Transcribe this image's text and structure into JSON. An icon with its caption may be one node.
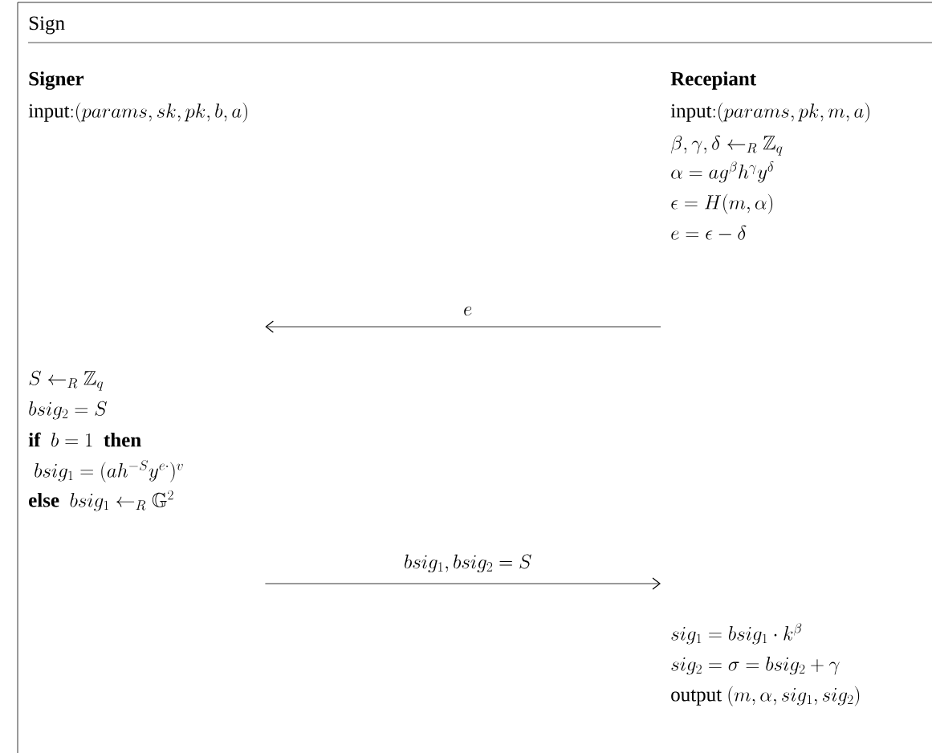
{
  "diagram": {
    "title": "Sign",
    "nodes": [
      {
        "text": [
          "Signer",
          "\\mathrm{input}{:}(params, sk, pk, b, a)",
          "S \\leftarrow_R \\mathbb{Z}_q",
          "bsig_2 = S",
          "\\textbf{if}\\ \\ b = 1\\ \\ \\textbf{then}",
          "\\;bsig_1 = (a h^{-S} y^{e\\cdot})^{v}",
          "\\textbf{else}\\ \\ bsig_1 \\leftarrow_R \\mathbb{G}^2"
        ]
      },
      {
        "text": [
          "Recepiant",
          "\\mathrm{input}{:}(params, pk, m, a)",
          "\\beta, \\gamma, \\delta \\leftarrow_R \\mathbb{Z}_q",
          "\\alpha = a g^{\\beta} h^{\\gamma} y^{\\delta}",
          "\\epsilon = H(m, \\alpha)",
          "e = \\epsilon - \\delta",
          "sig_1 = bsig_1 \\cdot k^{\\beta}",
          "sig_2 = \\sigma = bsig_2 + \\gamma",
          "\\mathrm{output}\\ (m, \\alpha, sig_1, sig_2)"
        ]
      }
    ],
    "edges": [
      {
        "from": 1,
        "to": 0,
        "arrow": "to",
        "label": "e"
      },
      {
        "from": 0,
        "to": 1,
        "arrow": "to",
        "label": "bsig_1, bsig_2 = S"
      }
    ]
  }
}
